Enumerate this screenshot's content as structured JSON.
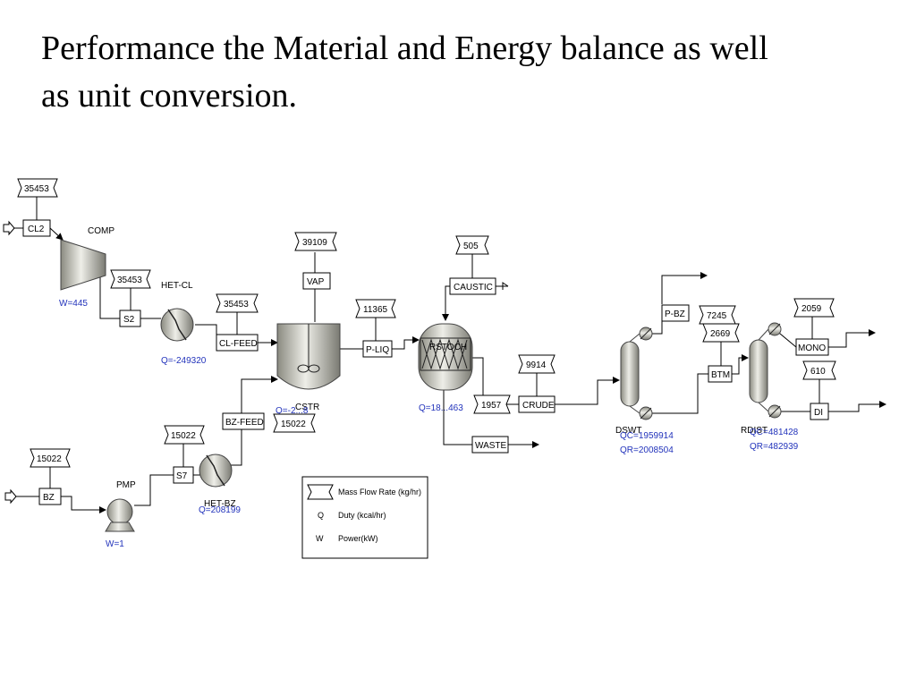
{
  "slide": {
    "title_line1": "Performance the Material and Energy balance as well",
    "title_line2": "as unit conversion."
  },
  "flows": {
    "cl2_rate": "35453",
    "s2_rate": "35453",
    "clfeed_rate": "35453",
    "vap_rate": "39109",
    "caustic_rate": "505",
    "pliq_rate": "11365",
    "crude_rate": "9914",
    "waste_rate": "1957",
    "bzfeed_rate": "15022",
    "s7_rate": "15022",
    "bz_rate": "15022",
    "pbz_rate": "7245",
    "btm_rate": "2669",
    "mono_rate": "2059",
    "di_rate": "610"
  },
  "streams": {
    "cl2": "CL2",
    "s2": "S2",
    "clfeed": "CL-FEED",
    "vap": "VAP",
    "caustic": "CAUSTIC",
    "pliq": "P-LIQ",
    "crude": "CRUDE",
    "waste": "WASTE",
    "bzfeed": "BZ-FEED",
    "s7": "S7",
    "bz": "BZ",
    "pbz": "P-BZ",
    "btm": "BTM",
    "mono": "MONO",
    "di": "DI"
  },
  "units": {
    "comp": "COMP",
    "hetcl": "HET-CL",
    "cstr": "CSTR",
    "rstoch": "RSTOCH",
    "pmp": "PMP",
    "hetbz": "HET-BZ",
    "dswt": "DSWT",
    "rdist": "RDIST"
  },
  "annotations": {
    "comp_w": "W=445",
    "hetcl_q": "Q=-249320",
    "cstr_q": "Q=-2...8",
    "rstoch_q": "Q=18...463",
    "hetbz_q": "Q=208199",
    "pmp_w": "W=1",
    "dswt_qc": "QC=1959914",
    "dswt_qr": "QR=2008504",
    "rdist_qc": "QC=481428",
    "rdist_qr": "QR=482939"
  },
  "legend": {
    "mass_flow": "Mass Flow Rate (kg/hr)",
    "q_symbol": "Q",
    "duty": "Duty (kcal/hr)",
    "w_symbol": "W",
    "power": "Power(kW)"
  },
  "colors": {
    "annotation_blue": "#2233bb",
    "equipment_gray": "#c8c8c0"
  }
}
